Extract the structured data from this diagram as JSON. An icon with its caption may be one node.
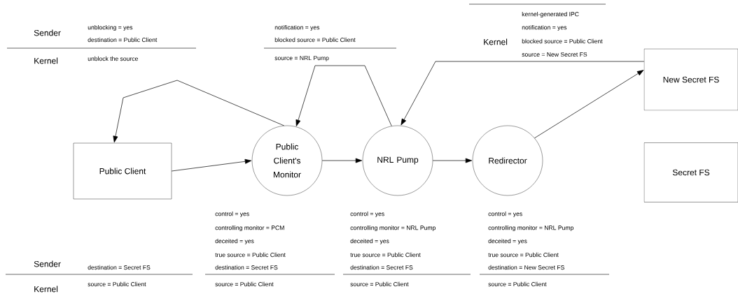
{
  "diagram": {
    "nodes": [
      {
        "text": [
          "Public Client"
        ]
      },
      {
        "text": [
          "Public Client's Monitor"
        ]
      },
      {
        "text": [
          "NRL Pump"
        ]
      },
      {
        "text": [
          "Redirector"
        ]
      },
      {
        "text": [
          "New Secret FS"
        ]
      },
      {
        "text": [
          "Secret FS"
        ]
      }
    ],
    "edges": [
      {
        "from": 0,
        "to": 1,
        "arrow": "to"
      },
      {
        "from": 1,
        "to": 2,
        "arrow": "to"
      },
      {
        "from": 2,
        "to": 3,
        "arrow": "to"
      },
      {
        "from": 3,
        "to": 4,
        "arrow": "to"
      },
      {
        "from": 1,
        "to": 0,
        "arrow": "to"
      },
      {
        "from": 2,
        "to": 1,
        "arrow": "to"
      },
      {
        "from": 4,
        "to": 2,
        "arrow": "to"
      }
    ],
    "labels": [
      "Sender",
      "unblocking = yes",
      "destination = Public Client",
      "Kernel",
      "unblock the source",
      "notification = yes",
      "blocked source = Public Client",
      "source = NRL Pump",
      "kernel-generated IPC",
      "Kernel",
      "notification = yes",
      "blocked source = Public Client",
      "source = New Secret FS",
      "control = yes",
      "control = yes",
      "control = yes",
      "controlling monitor = PCM",
      "controlling monitor = NRL Pump",
      "controlling monitor = NRL Pump",
      "deceited = yes",
      "deceited = yes",
      "deceited = yes",
      "true source = Public Client",
      "true source = Public Client",
      "true source = Public Client",
      "Sender",
      "destination = Secret FS",
      "destination = Secret FS",
      "destination = Secret FS",
      "destination = New Secret FS",
      "Kernel",
      "source = Public Client",
      "source = Public Client",
      "source = Public Client",
      "source = Public Client"
    ]
  }
}
